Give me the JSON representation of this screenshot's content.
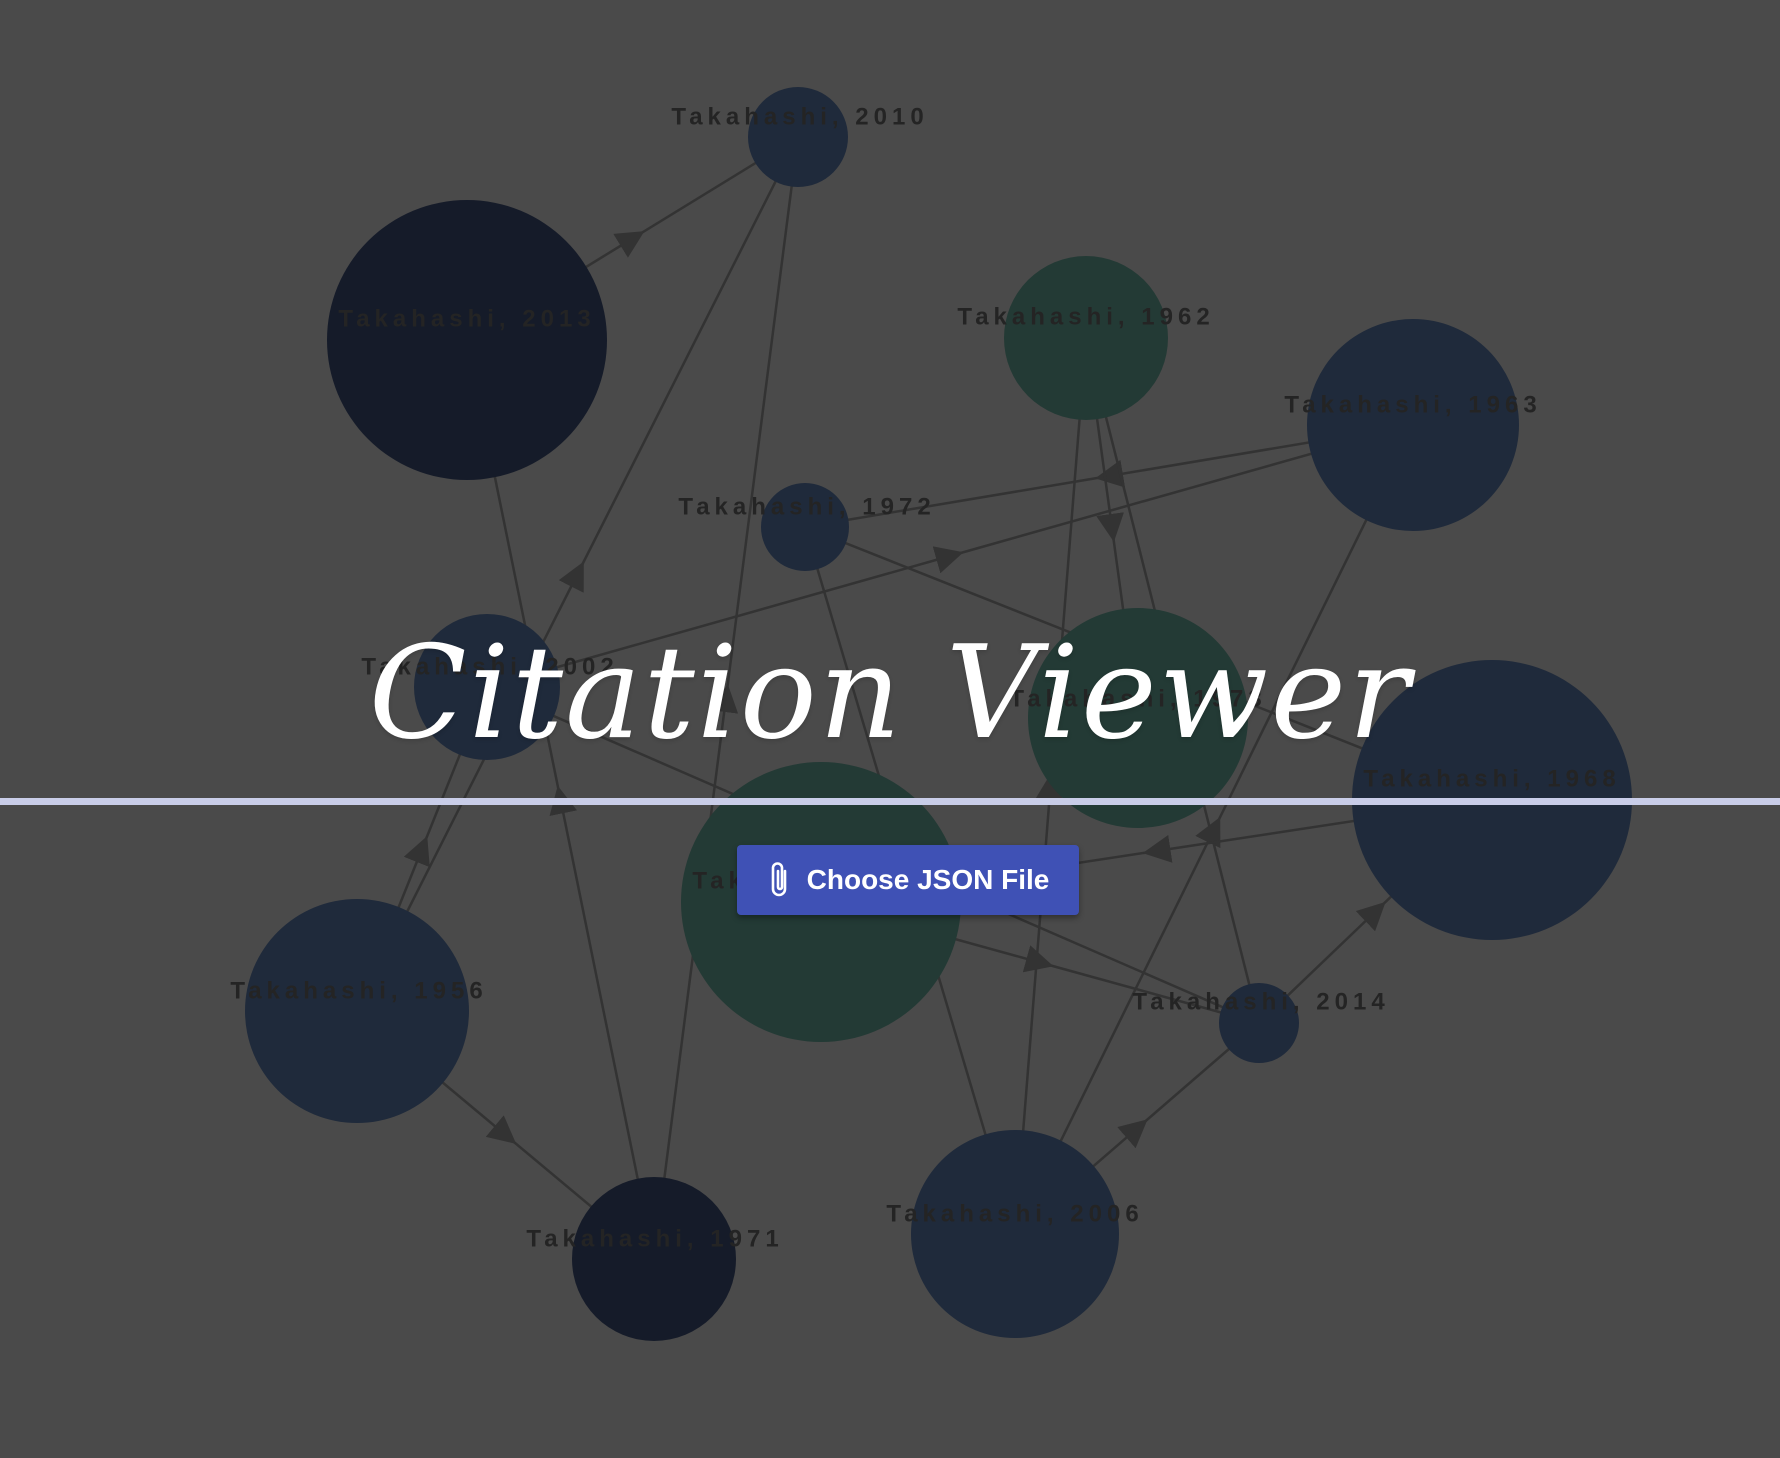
{
  "app": {
    "title": "Citation Viewer"
  },
  "upload": {
    "button_label": "Choose JSON File",
    "icon": "paperclip-icon"
  },
  "colors": {
    "background": "#4a4a4a",
    "divider": "#c9cde8",
    "button": "#3f51b5",
    "node_blue": "#1f2a3b",
    "node_dark": "#151b29",
    "node_green": "#233a35",
    "edge": "#333333"
  },
  "graph": {
    "nodes": [
      {
        "id": "n2010",
        "label": "Takahashi, 2010",
        "group": "blue"
      },
      {
        "id": "n2013",
        "label": "Takahashi, 2013",
        "group": "dark"
      },
      {
        "id": "n1962",
        "label": "Takahashi, 1962",
        "group": "green"
      },
      {
        "id": "n1963",
        "label": "Takahashi, 1963",
        "group": "blue"
      },
      {
        "id": "n1972",
        "label": "Takahashi, 1972",
        "group": "blue"
      },
      {
        "id": "n2002",
        "label": "Takahashi, 2002",
        "group": "blue"
      },
      {
        "id": "n1973",
        "label": "Takahashi, 1973",
        "group": "green"
      },
      {
        "id": "n1968",
        "label": "Takahashi, 1968",
        "group": "blue"
      },
      {
        "id": "nmid",
        "label": "Takahashi, 1959",
        "group": "green"
      },
      {
        "id": "n1956",
        "label": "Takahashi, 1956",
        "group": "blue"
      },
      {
        "id": "n2014",
        "label": "Takahashi, 2014",
        "group": "blue"
      },
      {
        "id": "n1971",
        "label": "Takahashi, 1971",
        "group": "dark"
      },
      {
        "id": "n2006",
        "label": "Takahashi, 2006",
        "group": "blue"
      }
    ],
    "edges": [
      [
        "n2013",
        "n2010"
      ],
      [
        "n1956",
        "n2010"
      ],
      [
        "n1971",
        "n2013"
      ],
      [
        "n1971",
        "n2010"
      ],
      [
        "n2002",
        "n1963"
      ],
      [
        "n1963",
        "n1972"
      ],
      [
        "n2006",
        "n1962"
      ],
      [
        "n1962",
        "n1973"
      ],
      [
        "n2014",
        "n1962"
      ],
      [
        "n2006",
        "n1963"
      ],
      [
        "n1956",
        "n2002"
      ],
      [
        "n1956",
        "n1971"
      ],
      [
        "n2014",
        "n1968"
      ],
      [
        "n2006",
        "n2014"
      ],
      [
        "n1972",
        "n1968"
      ],
      [
        "nmid",
        "n2014"
      ],
      [
        "n2014",
        "n2002"
      ],
      [
        "n1972",
        "n2006"
      ],
      [
        "n1968",
        "nmid"
      ]
    ]
  }
}
